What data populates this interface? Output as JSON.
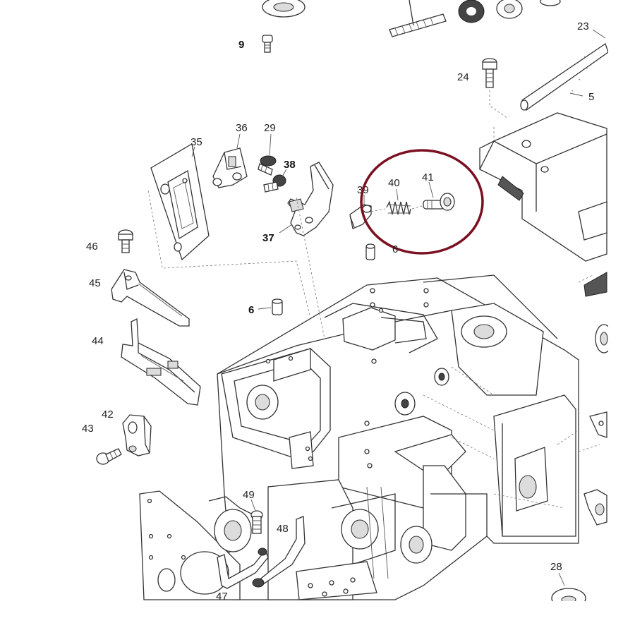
{
  "labels": {
    "l9": "9",
    "l23": "23",
    "l24": "24",
    "l5": "5",
    "l35": "35",
    "l36": "36",
    "l29": "29",
    "l38": "38",
    "l37": "37",
    "l39": "39",
    "l40": "40",
    "l41": "41",
    "l6a": "6",
    "l6b": "6",
    "l46": "46",
    "l45": "45",
    "l44": "44",
    "l42": "42",
    "l43": "43",
    "l49": "49",
    "l48": "48",
    "l47": "47",
    "l28": "28"
  },
  "highlight": {
    "color": "#7a1020",
    "encircled_parts": [
      "40",
      "41"
    ]
  },
  "colors": {
    "line": "#333333",
    "background": "#ffffff"
  }
}
